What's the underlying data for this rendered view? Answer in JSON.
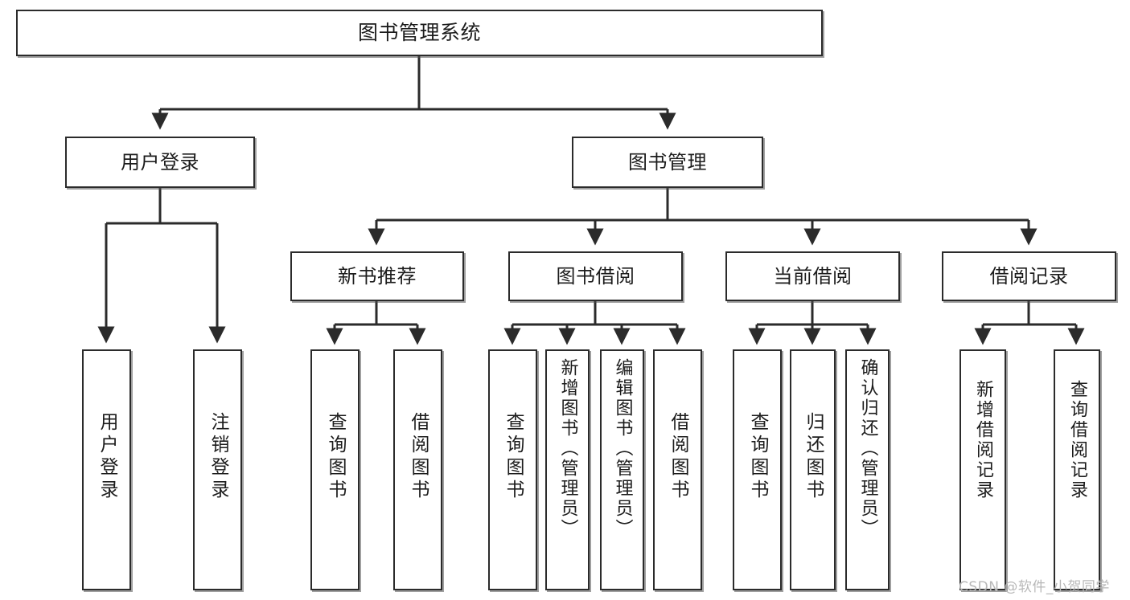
{
  "diagram": {
    "title": "图书管理系统",
    "type": "tree-hierarchy-diagram",
    "watermark": "CSDN @软件_小贺同学",
    "colors": {
      "box_border": "#2b2b2b",
      "box_fill": "#ffffff",
      "connector": "#2b2b2b",
      "text": "#1c1c1c",
      "watermark": "#b8b8b8"
    },
    "nodes": {
      "root": {
        "label": "图书管理系统"
      },
      "level2": [
        {
          "id": "user-login",
          "label": "用户登录"
        },
        {
          "id": "book-manage",
          "label": "图书管理"
        }
      ],
      "level3": [
        {
          "id": "new-book-recommend",
          "label": "新书推荐"
        },
        {
          "id": "book-borrow",
          "label": "图书借阅"
        },
        {
          "id": "current-borrow",
          "label": "当前借阅"
        },
        {
          "id": "borrow-record",
          "label": "借阅记录"
        }
      ],
      "leaves": {
        "user_login": [
          {
            "id": "leaf-user-login",
            "label": "用户登录"
          },
          {
            "id": "leaf-user-logout",
            "label": "注销登录"
          }
        ],
        "new_book_recommend": [
          {
            "id": "leaf-query-book-1",
            "label": "查询图书"
          },
          {
            "id": "leaf-borrow-book-1",
            "label": "借阅图书"
          }
        ],
        "book_borrow": [
          {
            "id": "leaf-query-book-2",
            "label": "查询图书"
          },
          {
            "id": "leaf-add-book",
            "label": "新增图书（管理员）"
          },
          {
            "id": "leaf-edit-book",
            "label": "编辑图书（管理员）"
          },
          {
            "id": "leaf-borrow-book-2",
            "label": "借阅图书"
          }
        ],
        "current_borrow": [
          {
            "id": "leaf-query-book-3",
            "label": "查询图书"
          },
          {
            "id": "leaf-return-book",
            "label": "归还图书"
          },
          {
            "id": "leaf-confirm-return",
            "label": "确认归还（管理员）"
          }
        ],
        "borrow_record": [
          {
            "id": "leaf-add-record",
            "label": "新增借阅记录"
          },
          {
            "id": "leaf-query-record",
            "label": "查询借阅记录"
          }
        ]
      }
    }
  }
}
